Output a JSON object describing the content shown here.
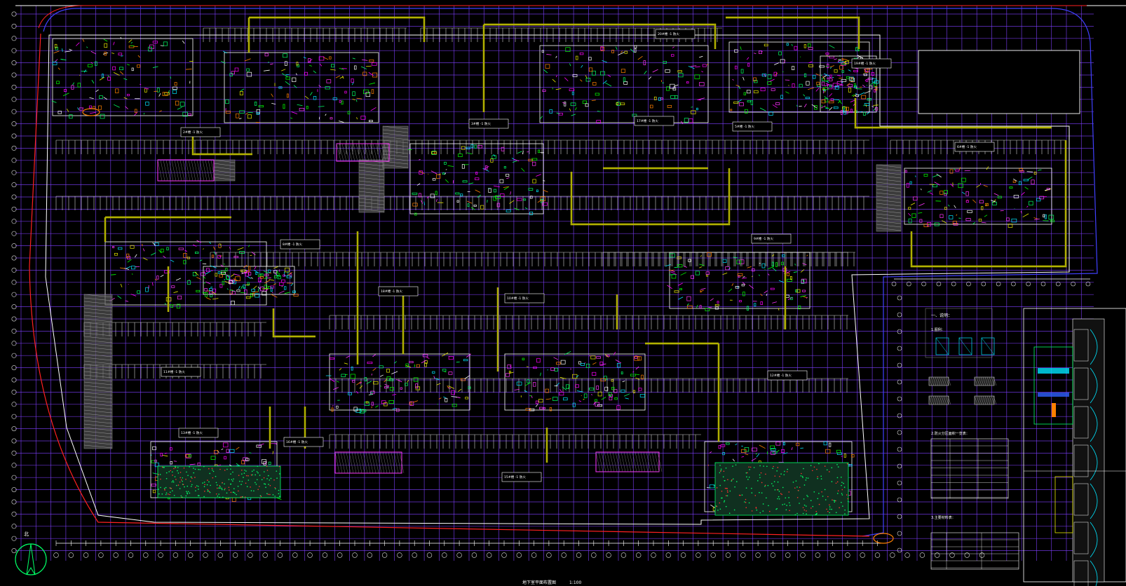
{
  "drawing": {
    "title": "地下室平面布置图",
    "scale": "1:100",
    "north": "北"
  },
  "notes": {
    "title": "一、说明：",
    "item1": "1.图例：",
    "item2": "2.防火分区面积一览表：",
    "item3": "3.主要材料表："
  },
  "building_tags": [
    "2#楼 -1 防火",
    "3#楼 -1 防火",
    "5#楼 -1 防火",
    "6#楼 -1 防火",
    "8#楼 -1 防火",
    "9#楼 -1 防火",
    "10#楼 -1 防火",
    "11#楼 -1 防火",
    "12#楼 -1 防火",
    "13#楼 -1 防火",
    "15#楼 -1 防火",
    "16#楼 -1 防火",
    "17#楼 -1 防火",
    "18#楼 -1 防火",
    "19#楼 -1 防火",
    "20#楼 -1 防火"
  ],
  "colors": {
    "background": "#000000",
    "grid": "#7f3fff",
    "structure": "#ffffff",
    "duct": "#e6e600",
    "equipment": "#00ff66",
    "annotation": "#ff33ff",
    "cyan": "#00e5ff",
    "boundary": "#ff2020",
    "site": "#4040ff"
  }
}
